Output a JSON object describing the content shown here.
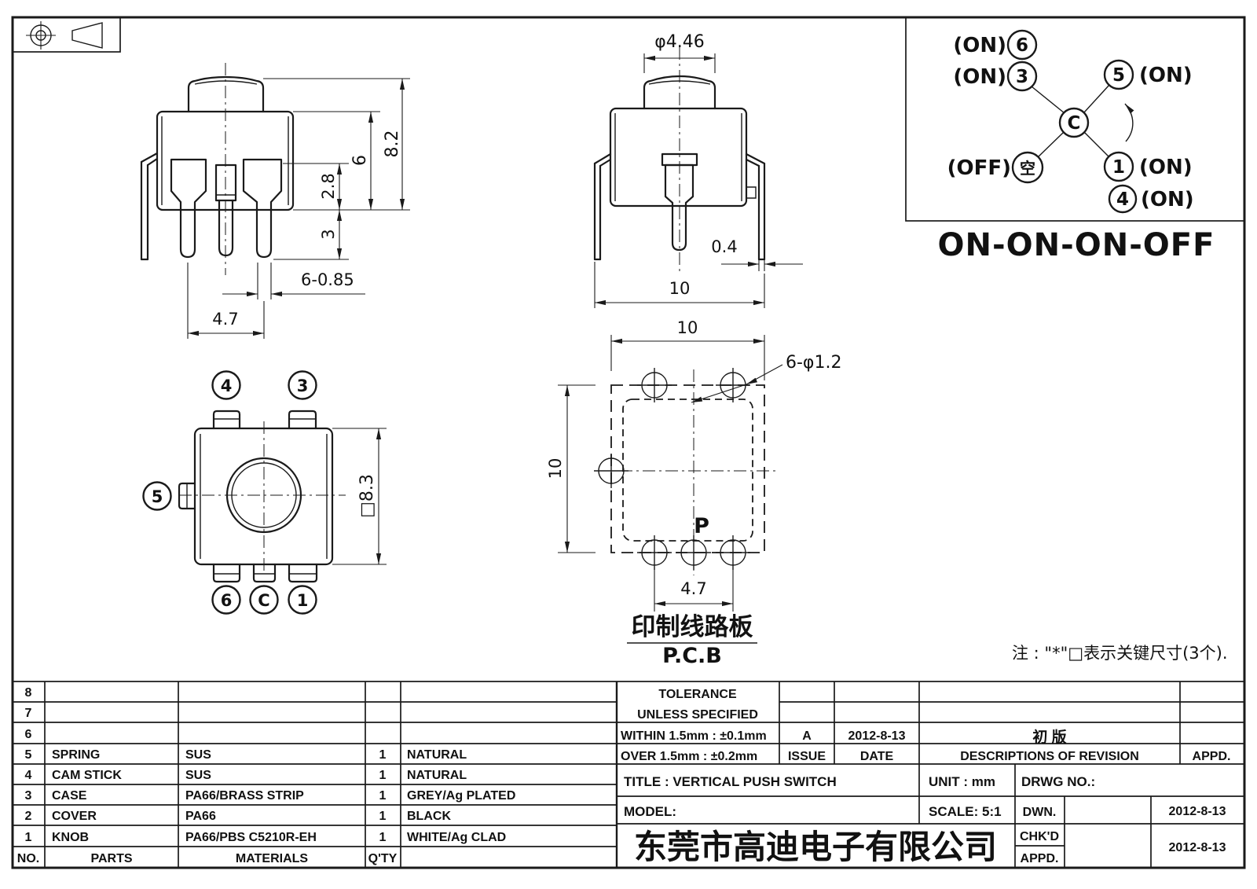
{
  "front_view": {
    "total_height": "8.2",
    "body_height": "6",
    "shoulder": "2.8",
    "pin_length": "3",
    "pin_width": "6-0.85",
    "pin_pitch": "4.7"
  },
  "side_view": {
    "knob_dia": "φ4.46",
    "leg_width": "0.4",
    "body_width": "10"
  },
  "top_view": {
    "body_size": "□8.3",
    "pin4": "4",
    "pin3": "3",
    "pin5": "5",
    "pin6": "6",
    "pinC": "C",
    "pin1": "1"
  },
  "pcb_view": {
    "width": "10",
    "height": "10",
    "holes": "6-φ1.2",
    "pitch": "4.7",
    "p": "P",
    "label_cn": "印制线路板",
    "label_en": "P.C.B"
  },
  "circuit": {
    "pin6": "6",
    "pin3": "3",
    "pin5": "5",
    "pinC": "C",
    "pin_kong": "空",
    "pin1": "1",
    "pin4": "4",
    "on6": "(ON)",
    "on3": "(ON)",
    "on5": "(ON)",
    "off": "(OFF)",
    "on1": "(ON)",
    "on4": "(ON)",
    "mode": "ON-ON-ON-OFF"
  },
  "note": "注 : \"*\"□表示关键尺寸(3个).",
  "parts_table": {
    "headers": {
      "no": "NO.",
      "parts": "PARTS",
      "materials": "MATERIALS",
      "qty": "Q'TY"
    },
    "rows": [
      {
        "no": "8",
        "parts": "",
        "materials": "",
        "qty": "",
        "finish": ""
      },
      {
        "no": "7",
        "parts": "",
        "materials": "",
        "qty": "",
        "finish": ""
      },
      {
        "no": "6",
        "parts": "",
        "materials": "",
        "qty": "",
        "finish": ""
      },
      {
        "no": "5",
        "parts": "SPRING",
        "materials": "SUS",
        "qty": "1",
        "finish": "NATURAL"
      },
      {
        "no": "4",
        "parts": "CAM STICK",
        "materials": "SUS",
        "qty": "1",
        "finish": "NATURAL"
      },
      {
        "no": "3",
        "parts": "CASE",
        "materials": "PA66/BRASS STRIP",
        "qty": "1",
        "finish": "GREY/Ag PLATED"
      },
      {
        "no": "2",
        "parts": "COVER",
        "materials": "PA66",
        "qty": "1",
        "finish": "BLACK"
      },
      {
        "no": "1",
        "parts": "KNOB",
        "materials": "PA66/PBS C5210R-EH",
        "qty": "1",
        "finish": "WHITE/Ag CLAD"
      }
    ]
  },
  "title_block": {
    "tolerance_line1": "TOLERANCE",
    "tolerance_line2": "UNLESS  SPECIFIED",
    "within": "WITHIN 1.5mm : ±0.1mm",
    "over": "OVER 1.5mm : ±0.2mm",
    "issue_value": "A",
    "issue_label": "ISSUE",
    "date_value": "2012-8-13",
    "date_label": "DATE",
    "revision_value": "初  版",
    "revision_label": "DESCRIPTIONS OF REVISION",
    "appd_label": "APPD.",
    "title": "TITLE :  VERTICAL PUSH SWITCH",
    "unit": "UNIT :  mm",
    "drwg": "DRWG NO.:",
    "model": "MODEL:",
    "scale": "SCALE:  5:1",
    "dwn_label": "DWN.",
    "dwn_date": "2012-8-13",
    "chkd_label": "CHK'D",
    "appd2_label": "APPD.",
    "chkd_date": "2012-8-13",
    "company": "东莞市高迪电子有限公司"
  }
}
